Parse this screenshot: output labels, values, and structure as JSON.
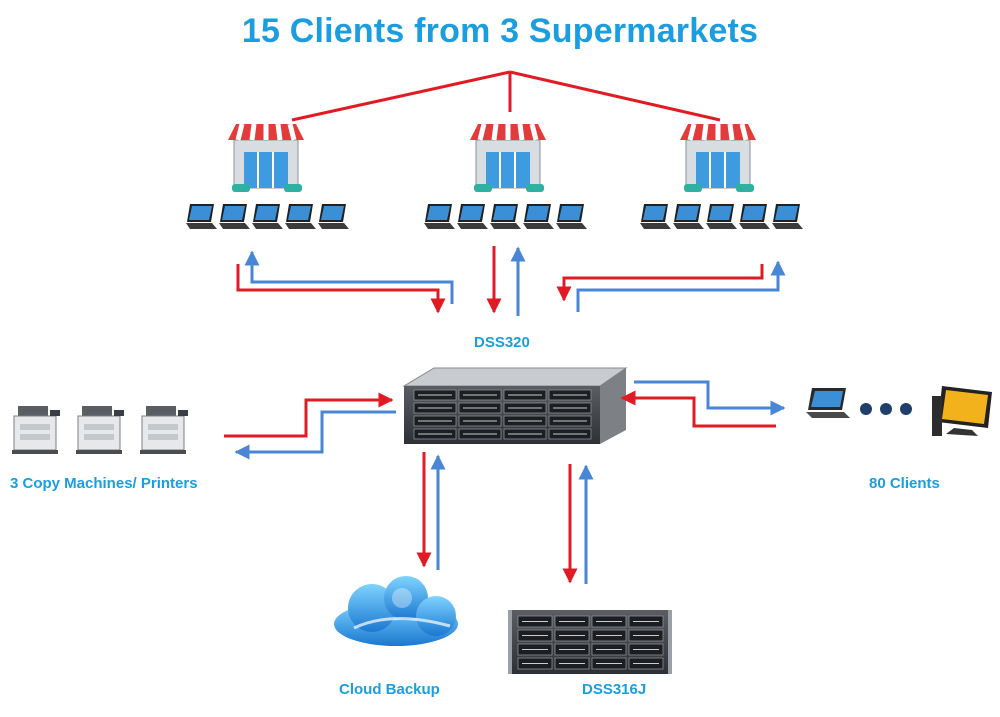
{
  "title": "15 Clients from 3 Supermarkets",
  "colors": {
    "accent": "#1a9ee0",
    "upstream_arrow": "#e01b24",
    "downstream_arrow": "#4a86d6"
  },
  "nodes": {
    "main_server": {
      "label": "DSS320",
      "icon": "rack-server-icon"
    },
    "expansion": {
      "label": "DSS316J",
      "icon": "rack-server-icon"
    },
    "cloud": {
      "label": "Cloud Backup",
      "icon": "cloud-icon"
    },
    "printers": {
      "label": "3 Copy Machines/ Printers",
      "icon": "copy-machine-icon",
      "count": 3
    },
    "clients": {
      "label": "80 Clients",
      "icons": [
        "laptop-icon",
        "ellipsis-icon",
        "desktop-icon"
      ]
    },
    "supermarkets": [
      {
        "icon": "store-icon",
        "laptops": 5
      },
      {
        "icon": "store-icon",
        "laptops": 5
      },
      {
        "icon": "store-icon",
        "laptops": 5
      }
    ]
  }
}
